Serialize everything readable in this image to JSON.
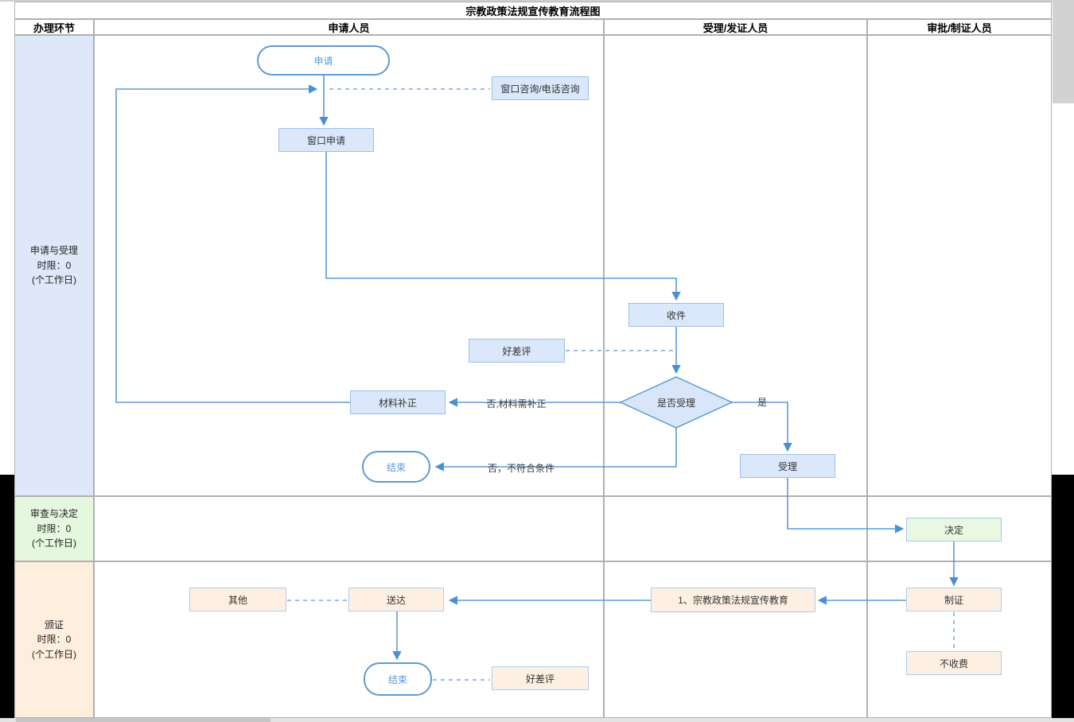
{
  "window": {
    "title": "宗教政策法规宣传教育流程图"
  },
  "table": {
    "stage_header": "办理环节",
    "columns": [
      "申请人员",
      "受理/发证人员",
      "审批/制证人员"
    ],
    "lanes": [
      {
        "name": "申请与受理",
        "limit": "时限：0",
        "unit": "(个工作日)"
      },
      {
        "name": "审查与决定",
        "limit": "时限：0",
        "unit": "(个工作日)"
      },
      {
        "name": "颁证",
        "limit": "时限：0",
        "unit": "(个工作日)"
      }
    ]
  },
  "nodes": {
    "apply": {
      "label": "申请"
    },
    "consult": {
      "label": "窗口咨询/电话咨询"
    },
    "window_apply": {
      "label": "窗口申请"
    },
    "receive": {
      "label": "收件"
    },
    "eval_mid": {
      "label": "好差评"
    },
    "is_accept": {
      "label": "是否受理"
    },
    "material_fix": {
      "label": "材料补正"
    },
    "end_mid": {
      "label": "结束"
    },
    "accept": {
      "label": "受理"
    },
    "decide": {
      "label": "决定"
    },
    "make_cert": {
      "label": "制证"
    },
    "no_fee": {
      "label": "不收费"
    },
    "edu_item": {
      "label": "1、宗教政策法规宣传教育"
    },
    "deliver": {
      "label": "送达"
    },
    "other": {
      "label": "其他"
    },
    "end_final": {
      "label": "结束"
    },
    "eval_final": {
      "label": "好差评"
    }
  },
  "edge_labels": {
    "no_fix": "否,材料需补正",
    "yes": "是",
    "no_reject": "否，不符合条件"
  },
  "colors": {
    "connector": "#5b9bd5",
    "dashed_connector": "#7ea9dc",
    "box_blue": "#dbe7fa",
    "box_green": "#e9f8e0",
    "box_peach": "#fdf0e2",
    "lane_blue": "#dfe8f8",
    "lane_green": "#e5f7de",
    "lane_peach": "#fdeede",
    "stadium_border": "#5b9bd5"
  }
}
